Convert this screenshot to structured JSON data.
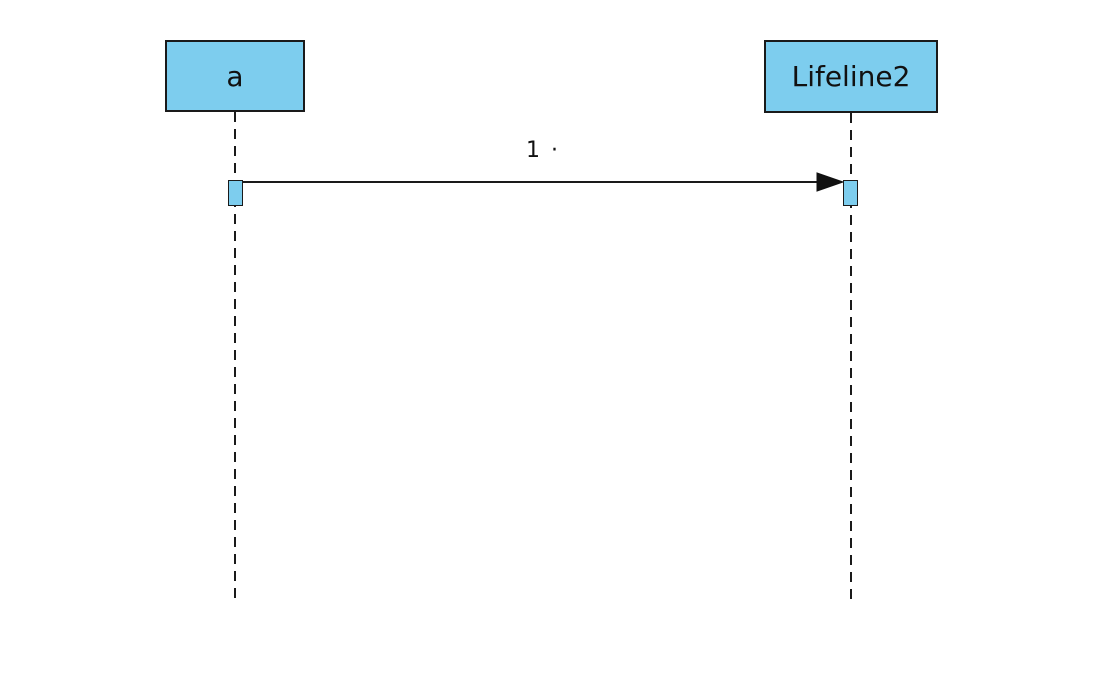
{
  "diagram": {
    "kind": "uml-sequence-diagram",
    "background_color": "#ffffff",
    "lifeline_fill_color": "#7dcdee",
    "line_color": "#1a1a1a",
    "lifelines": [
      {
        "name": "a"
      },
      {
        "name": "Lifeline2"
      }
    ],
    "messages": [
      {
        "label": "1 ·",
        "from": "a",
        "to": "Lifeline2",
        "arrow": "solid-filled-head"
      }
    ]
  }
}
